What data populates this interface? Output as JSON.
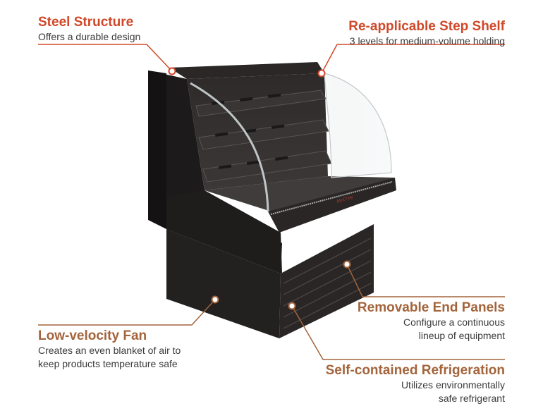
{
  "colors": {
    "steel_structure": "#d0492a",
    "step_shelf": "#d0492a",
    "end_panels": "#a3643b",
    "refrigeration": "#a3643b",
    "fan": "#a3643b",
    "case_body": "#1f1d1d",
    "background": "#ffffff"
  },
  "product": {
    "brand_logo_text": "McCray"
  },
  "callouts": {
    "steel_structure": {
      "title": "Steel Structure",
      "description": "Offers a durable design"
    },
    "step_shelf": {
      "title": "Re-applicable Step Shelf",
      "description": "3 levels for medium-volume holding"
    },
    "end_panels": {
      "title": "Removable End Panels",
      "description_lines": [
        "Configure a continuous",
        "lineup of equipment"
      ]
    },
    "fan": {
      "title": "Low-velocity Fan",
      "description_lines": [
        "Creates an even blanket of air to",
        "keep products temperature safe"
      ]
    },
    "refrigeration": {
      "title": "Self-contained Refrigeration",
      "description_lines": [
        "Utilizes environmentally",
        "safe refrigerant"
      ]
    }
  }
}
